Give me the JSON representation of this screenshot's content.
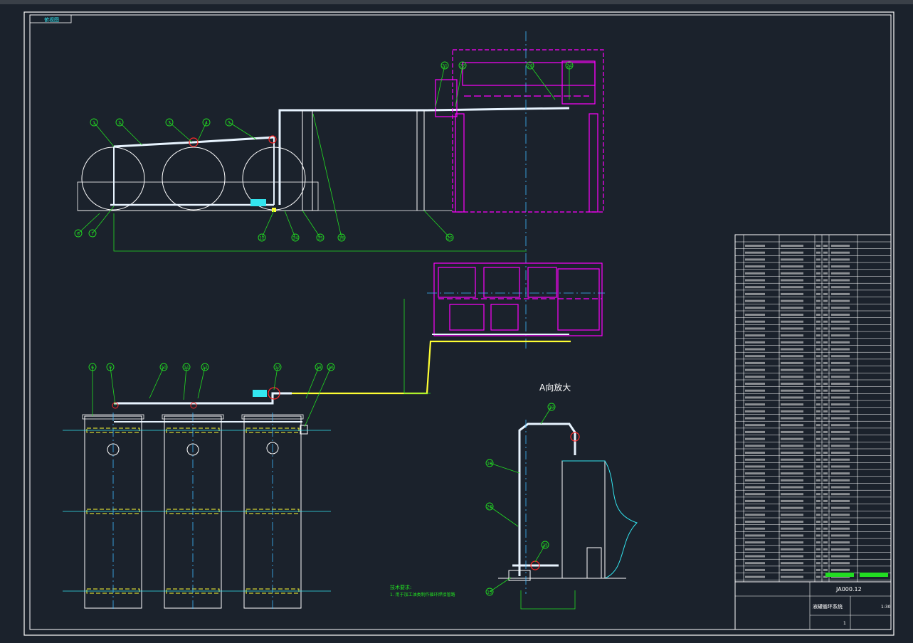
{
  "viewport_title": "A向放大",
  "view_tag": "俯视图",
  "notes": {
    "heading": "技术要求:",
    "line1": "1. 用于加工油类制作循环焊接管路"
  },
  "title_block": {
    "drawing_number": "JA000.12",
    "drawing_name": "液罐循环系统",
    "scale": "1:30",
    "sheet": "1"
  },
  "balloons_top": [
    "1",
    "2",
    "3",
    "4",
    "5",
    "6",
    "7",
    "12",
    "14",
    "15",
    "16",
    "20",
    "21",
    "22",
    "23",
    "24"
  ],
  "balloons_bottom": [
    "6",
    "9",
    "10",
    "11",
    "12",
    "17",
    "18",
    "26"
  ],
  "balloons_detail": [
    "13",
    "18",
    "19",
    "25",
    "26"
  ],
  "colors": {
    "background": "#1b222c",
    "frame": "#ffffff",
    "pipe": "#e8f4ff",
    "leader": "#22dd22",
    "building": "#ff00ff",
    "centerline": "#3fb8ff",
    "highlight_pipe": "#ffff33",
    "cyan": "#33e6f0",
    "red": "#ff2a2a"
  }
}
